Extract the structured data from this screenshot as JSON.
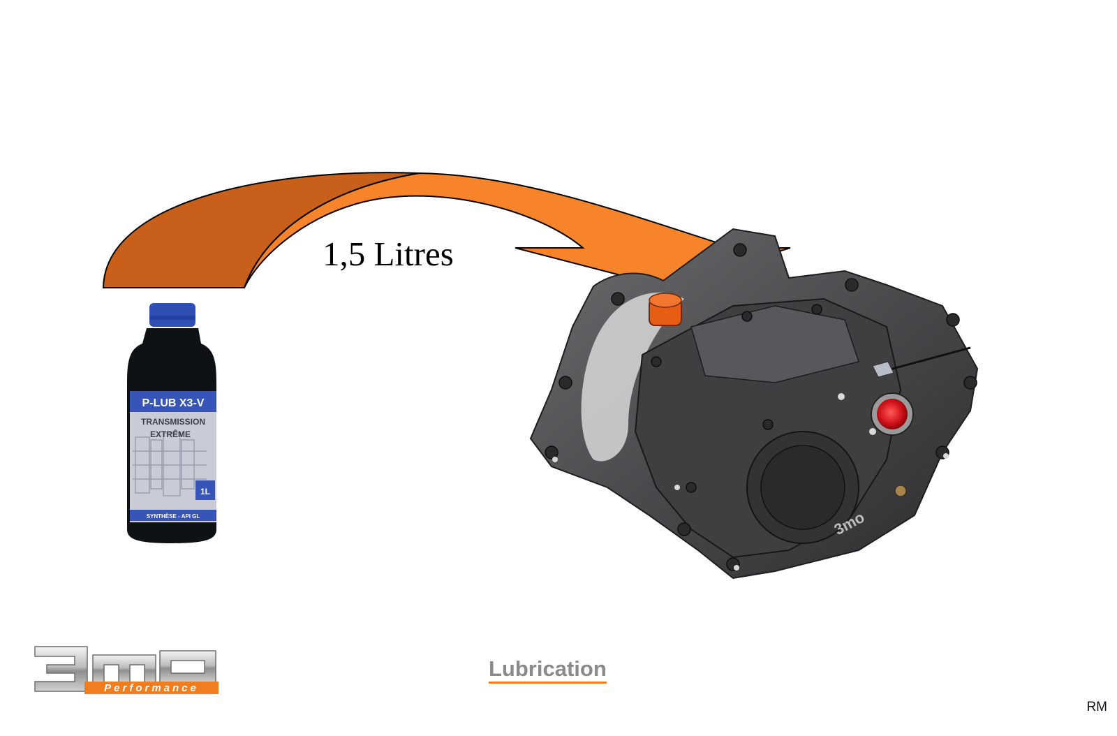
{
  "slide": {
    "title": "Lubrication",
    "quantity_label": "1,5 Litres",
    "corner_mark": "RM"
  },
  "bottle": {
    "brand_line": "P-LUB X3-V",
    "product_line_1": "TRANSMISSION",
    "product_line_2": "EXTRÊME",
    "volume": "1L",
    "footer_text": "SYNTHÈSE - API GL"
  },
  "logo": {
    "wordmark": "3mo",
    "tagline": "Performance"
  },
  "gearbox": {
    "badge": "3mo"
  },
  "colors": {
    "arrow_dark": "#c8601c",
    "arrow_light": "#f7842a",
    "accent": "#f07d1e",
    "title_gray": "#8a8a8a",
    "bottle_cap": "#2f4fb5",
    "bottle_body": "#0e1214",
    "gearbox_body": "#4a4a4c",
    "filler_cap": "#e85d14",
    "seal_red": "#d0111a"
  }
}
